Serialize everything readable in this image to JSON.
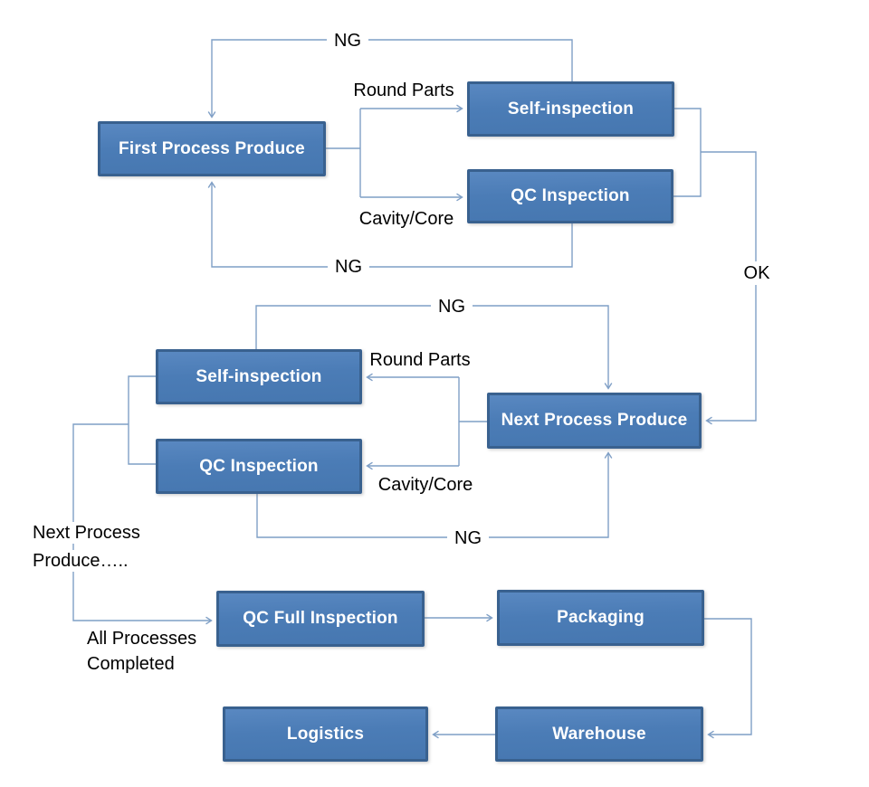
{
  "diagram": {
    "nodes": [
      {
        "id": "first-process-produce",
        "label": "First Process Produce"
      },
      {
        "id": "self-inspection-1",
        "label": "Self-inspection"
      },
      {
        "id": "qc-inspection-1",
        "label": "QC Inspection"
      },
      {
        "id": "self-inspection-2",
        "label": "Self-inspection"
      },
      {
        "id": "qc-inspection-2",
        "label": "QC Inspection"
      },
      {
        "id": "next-process-produce",
        "label": "Next Process Produce"
      },
      {
        "id": "qc-full-inspection",
        "label": "QC Full Inspection"
      },
      {
        "id": "packaging",
        "label": "Packaging"
      },
      {
        "id": "logistics",
        "label": "Logistics"
      },
      {
        "id": "warehouse",
        "label": "Warehouse"
      }
    ],
    "edge_labels": [
      {
        "id": "ng-first-self",
        "text": "NG"
      },
      {
        "id": "round-parts-first",
        "text": "Round Parts"
      },
      {
        "id": "cavity-core-first",
        "text": "Cavity/Core"
      },
      {
        "id": "ng-first-qc",
        "text": "NG"
      },
      {
        "id": "ok",
        "text": "OK"
      },
      {
        "id": "ng-next-self",
        "text": "NG"
      },
      {
        "id": "round-parts-next",
        "text": "Round Parts"
      },
      {
        "id": "cavity-core-next",
        "text": "Cavity/Core"
      },
      {
        "id": "ng-next-qc",
        "text": "NG"
      },
      {
        "id": "next-process-more-line1",
        "text": "Next Process"
      },
      {
        "id": "next-process-more-line2",
        "text": "Produce….."
      },
      {
        "id": "all-processes-line1",
        "text": "All Processes"
      },
      {
        "id": "all-processes-line2",
        "text": "Completed"
      }
    ],
    "colors": {
      "node_fill": "#4B7CB6",
      "node_border": "#39618F",
      "node_text": "#FFFFFF",
      "connector": "#7F9FC6",
      "label_text": "#000000",
      "background": "#FFFFFF"
    }
  }
}
